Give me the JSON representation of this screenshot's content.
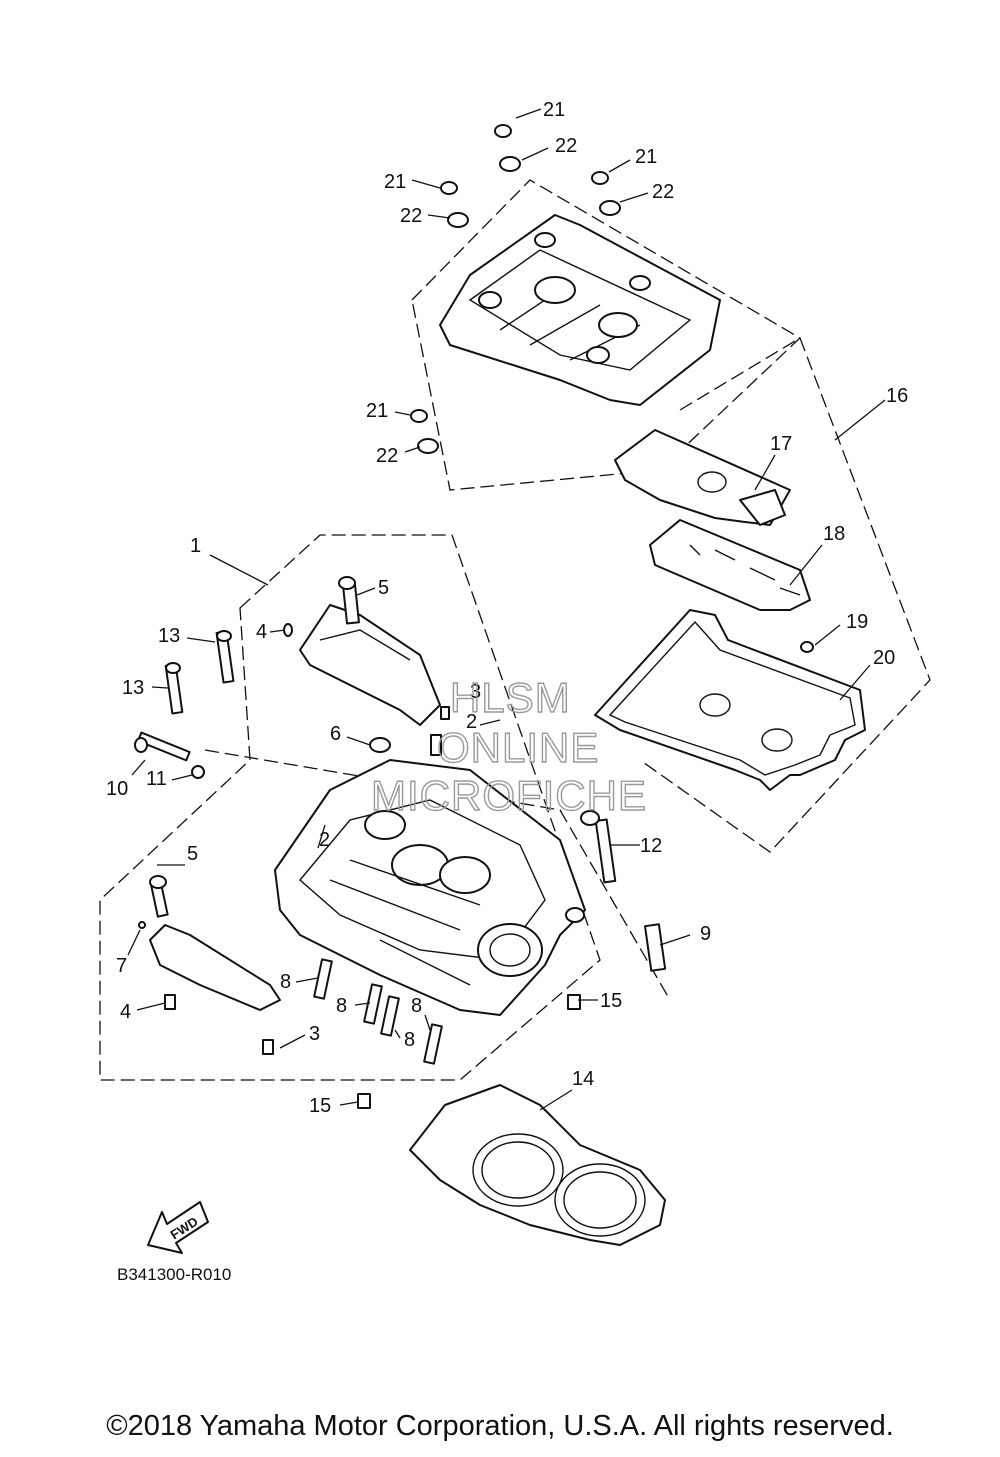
{
  "diagram": {
    "callouts": {
      "c1": "1",
      "c2a": "2",
      "c2b": "2",
      "c3": "3",
      "c4a": "4",
      "c4b": "4",
      "c5a": "5",
      "c5b": "5",
      "c6": "6",
      "c7": "7",
      "c8a": "8",
      "c8b": "8",
      "c8c": "8",
      "c8d": "8",
      "c9": "9",
      "c10": "10",
      "c11": "11",
      "c12": "12",
      "c13a": "13",
      "c13b": "13",
      "c14": "14",
      "c15a": "15",
      "c15b": "15",
      "c16": "16",
      "c17": "17",
      "c18": "18",
      "c19": "19",
      "c20": "20",
      "c21a": "21",
      "c21b": "21",
      "c21c": "21",
      "c21d": "21",
      "c22a": "22",
      "c22b": "22",
      "c22c": "22",
      "c22d": "22"
    },
    "diagram_code": "B341300-R010",
    "fwd_label": "FWD",
    "watermark": [
      "HLSM",
      "ONLINE",
      "MICROFICHE"
    ]
  },
  "footer": {
    "copyright": "©2018 Yamaha Motor Corporation, U.S.A. All rights reserved."
  }
}
